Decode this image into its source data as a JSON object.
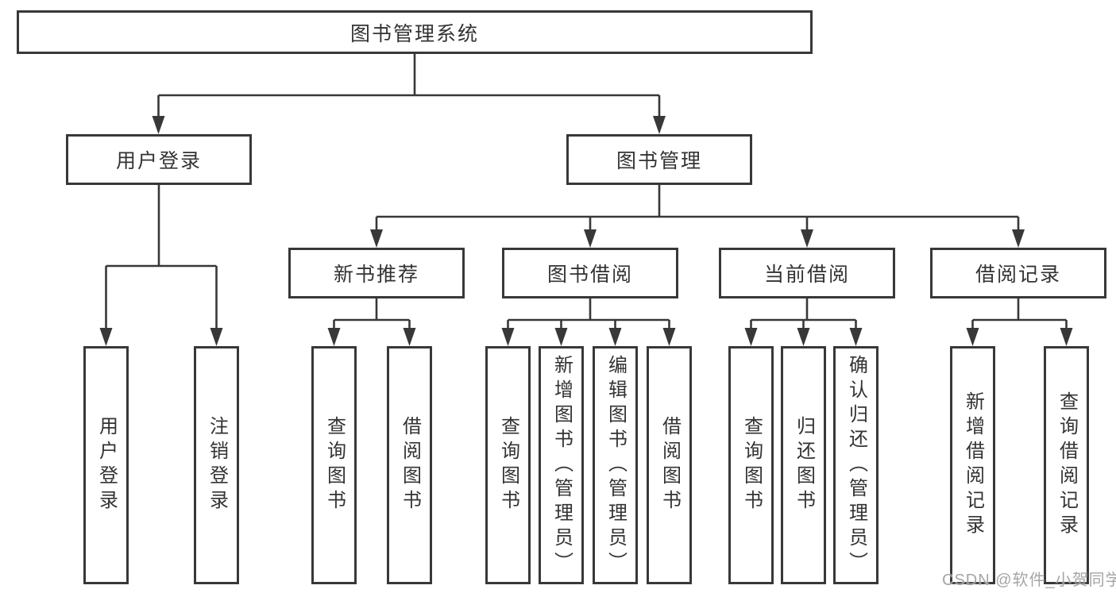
{
  "watermark": "CSDN @软件_小贺同学",
  "colors": {
    "line": "#383838",
    "text": "#333333",
    "watermark": "#989898",
    "background": "#ffffff"
  },
  "tree": {
    "root": "图书管理系统",
    "branches": [
      {
        "label": "用户登录",
        "children": [
          "用户登录",
          "注销登录"
        ]
      },
      {
        "label": "图书管理",
        "groups": [
          {
            "label": "新书推荐",
            "children": [
              "查询图书",
              "借阅图书"
            ]
          },
          {
            "label": "图书借阅",
            "children": [
              "查询图书",
              "新增图书（管理员）",
              "编辑图书（管理员）",
              "借阅图书"
            ]
          },
          {
            "label": "当前借阅",
            "children": [
              "查询图书",
              "归还图书",
              "确认归还（管理员）"
            ]
          },
          {
            "label": "借阅记录",
            "children": [
              "新增借阅记录",
              "查询借阅记录"
            ]
          }
        ]
      }
    ]
  }
}
